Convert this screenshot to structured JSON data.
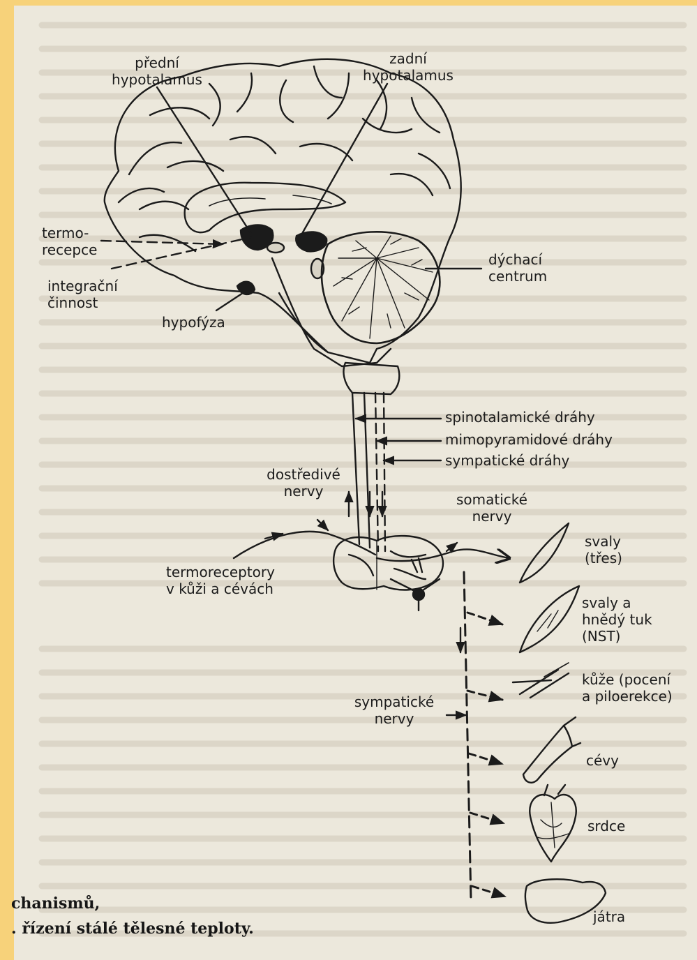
{
  "colors": {
    "frame": "#f7d27a",
    "paper": "#ece8dc",
    "ink": "#1b1b1b"
  },
  "labels": {
    "predni_1": "přední",
    "predni_2": "hypotalamus",
    "zadni_1": "zadní",
    "zadni_2": "hypotalamus",
    "termo_1": "termo-",
    "termo_2": "recepce",
    "integ_1": "integrační",
    "integ_2": "činnost",
    "hypofyza": "hypofýza",
    "dychaci_1": "dýchací",
    "dychaci_2": "centrum",
    "spinotalamicke": "spinotalamické dráhy",
    "mimopyramidove": "mimopyramidové dráhy",
    "sympaticke_drahy": "sympatické dráhy",
    "dostredive_1": "dostředivé",
    "dostredive_2": "nervy",
    "somaticke_1": "somatické",
    "somaticke_2": "nervy",
    "termorec_1": "termoreceptory",
    "termorec_2": "v kůži a cévách",
    "svaly_tres_1": "svaly",
    "svaly_tres_2": "(třes)",
    "svaly_tuk_1": "svaly a",
    "svaly_tuk_2": "hnědý tuk",
    "svaly_tuk_3": "(NST)",
    "kuze_1": "kůže (pocení",
    "kuze_2": "a piloerekce)",
    "sympaticke_nervy_1": "sympatické",
    "sympaticke_nervy_2": "nervy",
    "cevy": "cévy",
    "srdce": "srdce",
    "jatra": "játra"
  },
  "caption": {
    "line1": "chanismů,",
    "line2": ". řízení stálé tělesné teploty."
  }
}
